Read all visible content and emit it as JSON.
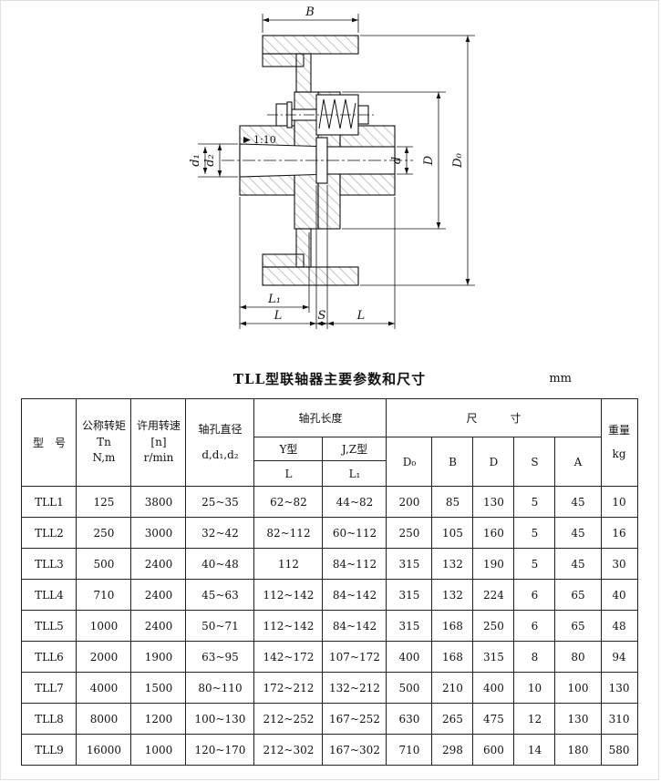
{
  "title": {
    "text": "TLL型联轴器主要参数和尺寸",
    "unit": "mm"
  },
  "drawing": {
    "labels": {
      "b": "B",
      "taper": "1:10",
      "d1": "d₁",
      "d2": "d₂",
      "d_small": "d",
      "d_cap": "D",
      "d0": "D₀",
      "l1": "L₁",
      "l_left": "L",
      "s": "S",
      "l_right": "L"
    }
  },
  "table": {
    "headers": {
      "model": "型　号",
      "torque": [
        "公称转矩",
        "Tn",
        "N,m"
      ],
      "speed": [
        "许用转速",
        "[n]",
        "r/min"
      ],
      "bore_dia": [
        "轴孔直径",
        "d,d₁,d₂"
      ],
      "bore_len_group": "轴孔长度",
      "y_type": "Y型",
      "jz_type": "J,Z型",
      "len_L": "L",
      "len_L1": "L₁",
      "dims_group": "尺　　　寸",
      "d0": "D₀",
      "b": "B",
      "d": "D",
      "s": "S",
      "a": "A",
      "weight": [
        "重量",
        "kg"
      ]
    },
    "rows": [
      [
        "TLL1",
        "125",
        "3800",
        "25~35",
        "62~82",
        "44~82",
        "200",
        "85",
        "130",
        "5",
        "45",
        "10"
      ],
      [
        "TLL2",
        "250",
        "3000",
        "32~42",
        "82~112",
        "60~112",
        "250",
        "105",
        "160",
        "5",
        "45",
        "16"
      ],
      [
        "TLL3",
        "500",
        "2400",
        "40~48",
        "112",
        "84~112",
        "315",
        "132",
        "190",
        "5",
        "45",
        "30"
      ],
      [
        "TLL4",
        "710",
        "2400",
        "45~63",
        "112~142",
        "84~142",
        "315",
        "132",
        "224",
        "6",
        "65",
        "40"
      ],
      [
        "TLL5",
        "1000",
        "2400",
        "50~71",
        "112~142",
        "84~142",
        "315",
        "168",
        "250",
        "6",
        "65",
        "48"
      ],
      [
        "TLL6",
        "2000",
        "1900",
        "63~95",
        "142~172",
        "107~172",
        "400",
        "168",
        "315",
        "8",
        "80",
        "94"
      ],
      [
        "TLL7",
        "4000",
        "1500",
        "80~110",
        "172~212",
        "132~212",
        "500",
        "210",
        "400",
        "10",
        "100",
        "130"
      ],
      [
        "TLL8",
        "8000",
        "1200",
        "100~130",
        "212~252",
        "167~252",
        "630",
        "265",
        "475",
        "12",
        "130",
        "310"
      ],
      [
        "TLL9",
        "16000",
        "1000",
        "120~170",
        "212~302",
        "167~302",
        "710",
        "298",
        "600",
        "14",
        "180",
        "580"
      ]
    ]
  }
}
